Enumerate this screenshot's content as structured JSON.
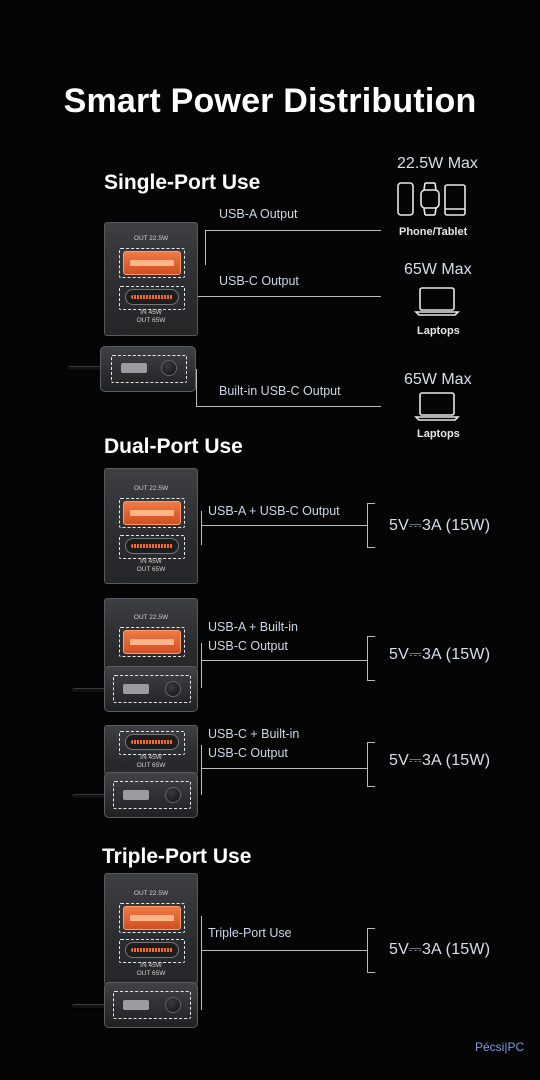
{
  "title": "Smart Power Distribution",
  "charger_text": {
    "out_a": "OUT 22.5W",
    "in_c": "IN 45W",
    "out_c": "OUT 65W"
  },
  "single": {
    "heading": "Single-Port Use",
    "usb_a_label": "USB-A Output",
    "usb_c_label": "USB-C Output",
    "builtin_label": "Built-in USB-C Output",
    "phone_max": "22.5W Max",
    "phone_label": "Phone/Tablet",
    "laptop_max_1": "65W Max",
    "laptop_label_1": "Laptops",
    "laptop_max_2": "65W Max",
    "laptop_label_2": "Laptops"
  },
  "dual": {
    "heading": "Dual-Port Use",
    "combo1_label": "USB-A + USB-C Output",
    "combo1_value": "5V⎓3A (15W)",
    "combo2_line1": "USB-A + Built-in",
    "combo2_line2": "USB-C Output",
    "combo2_value": "5V⎓3A (15W)",
    "combo3_line1": "USB-C + Built-in",
    "combo3_line2": "USB-C Output",
    "combo3_value": "5V⎓3A (15W)"
  },
  "triple": {
    "heading": "Triple-Port Use",
    "label": "Triple-Port Use",
    "value": "5V⎓3A (15W)"
  },
  "watermark": "Pécsi|PC",
  "colors": {
    "background": "#050505",
    "usb_a": "#e2602e",
    "text": "#cdd5e6"
  },
  "icons": [
    "phone-icon",
    "watch-icon",
    "tablet-icon",
    "laptop-icon"
  ]
}
